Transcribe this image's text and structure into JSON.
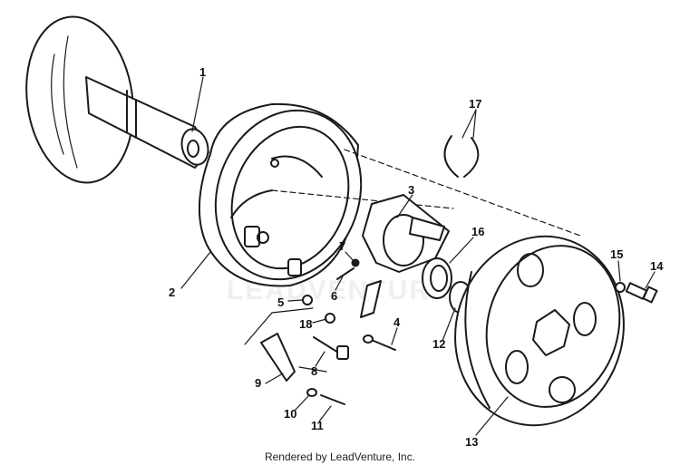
{
  "callouts": [
    "1",
    "2",
    "3",
    "4",
    "5",
    "6",
    "7",
    "8",
    "9",
    "10",
    "11",
    "12",
    "13",
    "14",
    "15",
    "16",
    "17",
    "18"
  ],
  "watermark": "LEADVENTURE",
  "credit": "Rendered by LeadVenture, Inc.",
  "colors": {
    "ink": "#1a1a1a",
    "background": "#ffffff"
  }
}
